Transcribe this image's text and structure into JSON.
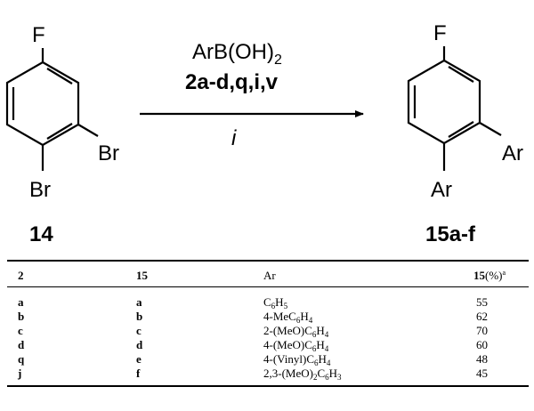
{
  "scheme": {
    "reactant": {
      "substituent_top": "F",
      "substituent_meta": "Br",
      "substituent_para": "Br",
      "label": "14"
    },
    "reagent": {
      "formula_main": "ArB(OH)",
      "formula_sub": "2",
      "codes": "2a-d,q,i,v",
      "condition": "i"
    },
    "product": {
      "substituent_top": "F",
      "substituent_meta": "Ar",
      "substituent_para": "Ar",
      "label": "15a-f"
    }
  },
  "table": {
    "headers": {
      "col1": "2",
      "col2": "15",
      "col3": "Ar",
      "col4_main": "15",
      "col4_paren": "(%)",
      "col4_sup": "a"
    },
    "rows": [
      {
        "c1": "a",
        "c2": "a",
        "ar": [
          "C",
          "6",
          "H",
          "5",
          ""
        ],
        "yield": "55"
      },
      {
        "c1": "b",
        "c2": "b",
        "ar": [
          "4-MeC",
          "6",
          "H",
          "4",
          ""
        ],
        "yield": "62"
      },
      {
        "c1": "c",
        "c2": "c",
        "ar": [
          "2-(MeO)C",
          "6",
          "H",
          "4",
          ""
        ],
        "yield": "70"
      },
      {
        "c1": "d",
        "c2": "d",
        "ar": [
          "4-(MeO)C",
          "6",
          "H",
          "4",
          ""
        ],
        "yield": "60"
      },
      {
        "c1": "q",
        "c2": "e",
        "ar": [
          "4-(Vinyl)C",
          "6",
          "H",
          "4",
          ""
        ],
        "yield": "48"
      },
      {
        "c1": "j",
        "c2": "f",
        "ar": [
          "2,3-(MeO)",
          "2",
          "C",
          "6",
          "H3"
        ],
        "yield": "45"
      }
    ]
  }
}
